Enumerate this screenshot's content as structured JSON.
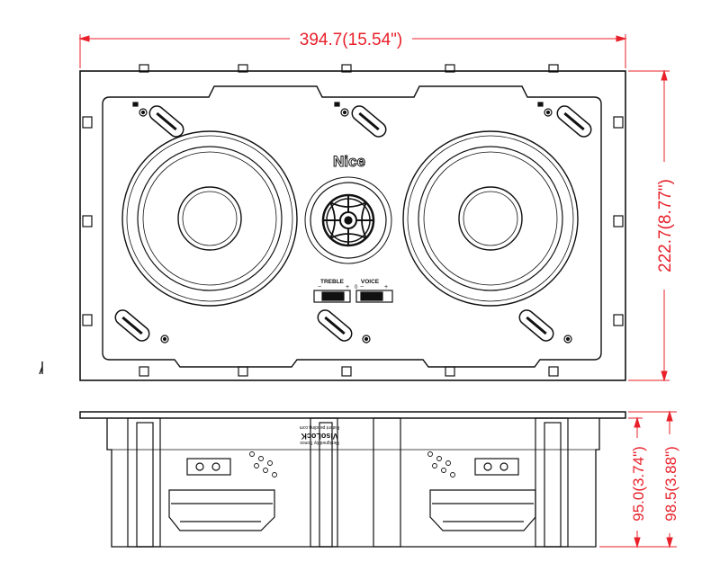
{
  "dimensions": {
    "width_label": "394.7(15.54\")",
    "height_label": "222.7(8.77\")",
    "depth_short_label": "95.0(3.74\")",
    "depth_long_label": "98.5(3.88\")",
    "dimension_color": "#e8202a"
  },
  "front_view": {
    "brand": "Nice",
    "treble_label": "TREBLE",
    "voice_label": "VOICE",
    "minus_sign": "−",
    "plus_sign": "+",
    "zero_mark": "0"
  },
  "side_view": {
    "label_line1": "VisoLocK",
    "label_line2": "Patent pending.com",
    "label_line3": "Designed by Sonos"
  },
  "colors": {
    "line": "#111111",
    "fill": "#ffffff",
    "shade": "#dcdcdc"
  }
}
